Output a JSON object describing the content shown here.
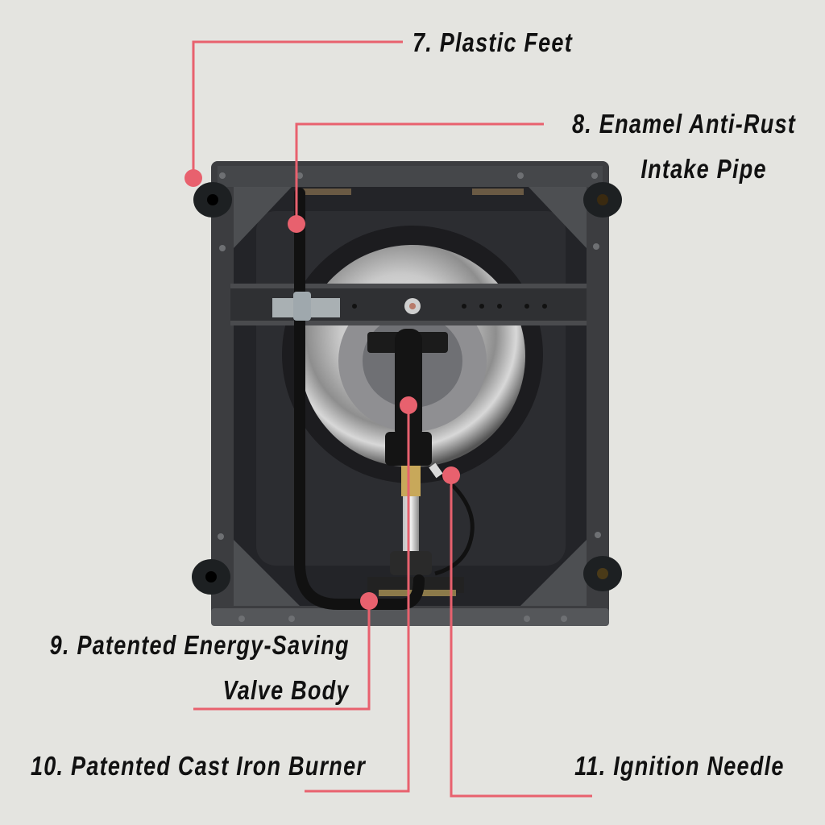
{
  "image": {
    "description": "Underside view of a gas stove burner assembly with numbered callouts",
    "background_color": "#e4e4e0",
    "callout_color": "#e8616e",
    "body_color": "#3a3b3d"
  },
  "callouts": [
    {
      "number": "7",
      "label": "7. Plastic Feet",
      "line1": "7. Plastic Feet",
      "line2": ""
    },
    {
      "number": "8",
      "label": "8. Enamel Anti-Rust Intake Pipe",
      "line1": "8. Enamel Anti-Rust",
      "line2": "Intake Pipe"
    },
    {
      "number": "9",
      "label": "9. Patented Energy-Saving Valve Body",
      "line1": "9. Patented Energy-Saving",
      "line2": "Valve Body"
    },
    {
      "number": "10",
      "label": "10. Patented Cast Iron Burner",
      "line1": "10. Patented Cast Iron Burner",
      "line2": ""
    },
    {
      "number": "11",
      "label": "11. Ignition Needle",
      "line1": "11. Ignition Needle",
      "line2": ""
    }
  ]
}
